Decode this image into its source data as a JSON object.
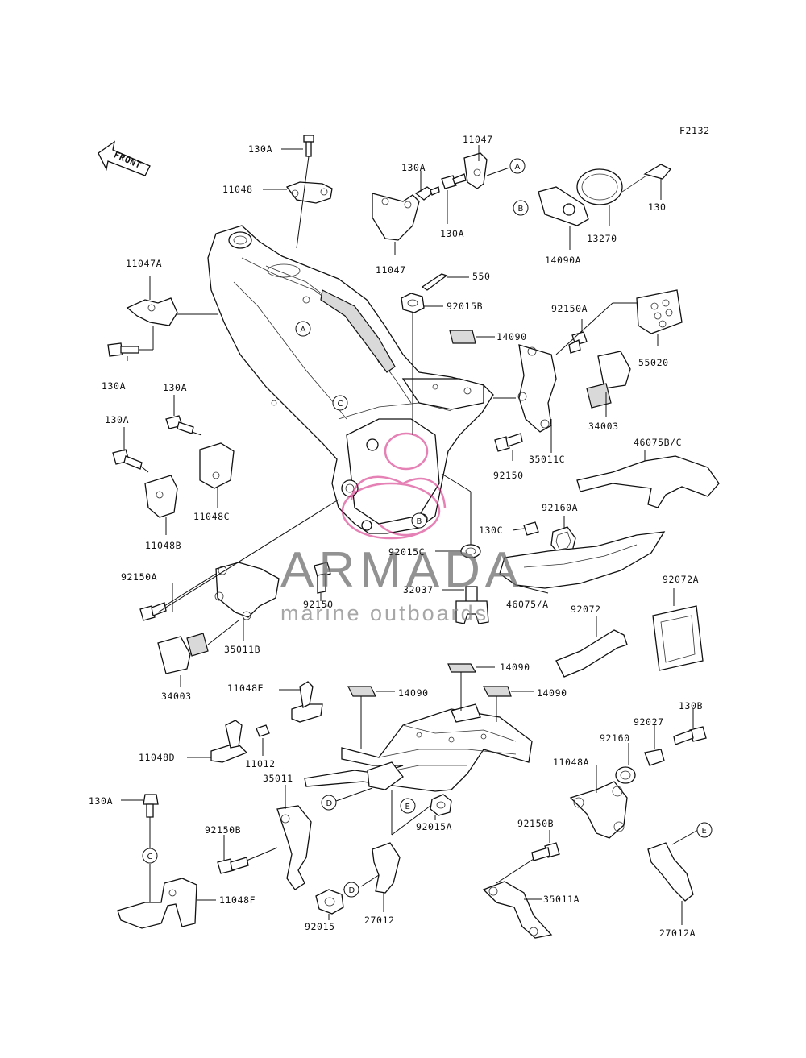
{
  "diagram_code": "F2132",
  "front_label": "FRONT",
  "watermark": {
    "title": "ARMADA",
    "subtitle": "marine outboards",
    "logo_color": "#d21c7a"
  },
  "labels": [
    {
      "id": "l-130A-top",
      "text": "130A"
    },
    {
      "id": "l-11048",
      "text": "11048"
    },
    {
      "id": "l-11047-top",
      "text": "11047"
    },
    {
      "id": "l-130A-mid",
      "text": "130A"
    },
    {
      "id": "l-130A-right",
      "text": "130A"
    },
    {
      "id": "l-11047-bot",
      "text": "11047"
    },
    {
      "id": "l-130",
      "text": "130"
    },
    {
      "id": "l-13270",
      "text": "13270"
    },
    {
      "id": "l-14090A",
      "text": "14090A"
    },
    {
      "id": "l-550",
      "text": "550"
    },
    {
      "id": "l-92015B",
      "text": "92015B"
    },
    {
      "id": "l-11047A",
      "text": "11047A"
    },
    {
      "id": "l-130A-left",
      "text": "130A"
    },
    {
      "id": "l-92150A-top",
      "text": "92150A"
    },
    {
      "id": "l-14090-a",
      "text": "14090"
    },
    {
      "id": "l-55020",
      "text": "55020"
    },
    {
      "id": "l-130A-b1",
      "text": "130A"
    },
    {
      "id": "l-130A-b2",
      "text": "130A"
    },
    {
      "id": "l-34003-r",
      "text": "34003"
    },
    {
      "id": "l-46075BC",
      "text": "46075B/C"
    },
    {
      "id": "l-35011C",
      "text": "35011C"
    },
    {
      "id": "l-92150",
      "text": "92150"
    },
    {
      "id": "l-11048C",
      "text": "11048C"
    },
    {
      "id": "l-11048B",
      "text": "11048B"
    },
    {
      "id": "l-92160A",
      "text": "92160A"
    },
    {
      "id": "l-130C",
      "text": "130C"
    },
    {
      "id": "l-92015C",
      "text": "92015C"
    },
    {
      "id": "l-92150A-mid",
      "text": "92150A"
    },
    {
      "id": "l-92150-mid",
      "text": "92150"
    },
    {
      "id": "l-32037",
      "text": "32037"
    },
    {
      "id": "l-46075A",
      "text": "46075/A"
    },
    {
      "id": "l-92072A",
      "text": "92072A"
    },
    {
      "id": "l-92072",
      "text": "92072"
    },
    {
      "id": "l-35011B",
      "text": "35011B"
    },
    {
      "id": "l-34003-l",
      "text": "34003"
    },
    {
      "id": "l-14090-b",
      "text": "14090"
    },
    {
      "id": "l-11048E",
      "text": "11048E"
    },
    {
      "id": "l-14090-c",
      "text": "14090"
    },
    {
      "id": "l-14090-d",
      "text": "14090"
    },
    {
      "id": "l-130B",
      "text": "130B"
    },
    {
      "id": "l-92027",
      "text": "92027"
    },
    {
      "id": "l-92160",
      "text": "92160"
    },
    {
      "id": "l-11048D",
      "text": "11048D"
    },
    {
      "id": "l-11012",
      "text": "11012"
    },
    {
      "id": "l-11048A",
      "text": "11048A"
    },
    {
      "id": "l-130A-btm",
      "text": "130A"
    },
    {
      "id": "l-35011",
      "text": "35011"
    },
    {
      "id": "l-92150B-l",
      "text": "92150B"
    },
    {
      "id": "l-92015A",
      "text": "92015A"
    },
    {
      "id": "l-92150B-r",
      "text": "92150B"
    },
    {
      "id": "l-11048F",
      "text": "11048F"
    },
    {
      "id": "l-35011A",
      "text": "35011A"
    },
    {
      "id": "l-92015",
      "text": "92015"
    },
    {
      "id": "l-27012",
      "text": "27012"
    },
    {
      "id": "l-27012A",
      "text": "27012A"
    }
  ],
  "ref_markers": [
    {
      "id": "m-A1",
      "text": "A"
    },
    {
      "id": "m-B1",
      "text": "B"
    },
    {
      "id": "m-A2",
      "text": "A"
    },
    {
      "id": "m-C1",
      "text": "C"
    },
    {
      "id": "m-B2",
      "text": "B"
    },
    {
      "id": "m-D1",
      "text": "D"
    },
    {
      "id": "m-E1",
      "text": "E"
    },
    {
      "id": "m-D2",
      "text": "D"
    },
    {
      "id": "m-E2",
      "text": "E"
    },
    {
      "id": "m-C2",
      "text": "C"
    }
  ]
}
